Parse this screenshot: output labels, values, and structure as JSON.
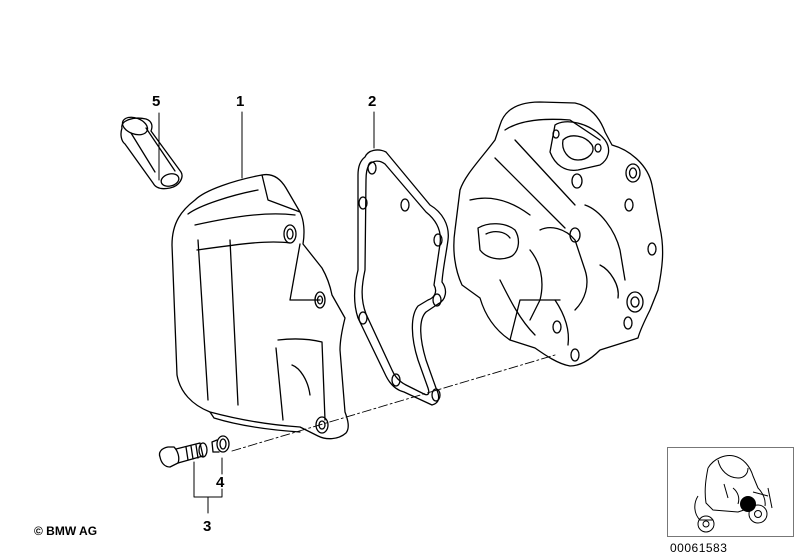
{
  "labels": {
    "part_1": "1",
    "part_2": "2",
    "part_3": "3",
    "part_4": "4",
    "part_5": "5"
  },
  "footer": {
    "copyright": "© BMW AG",
    "diagram_number": "00061583"
  },
  "parts": [
    {
      "name": "cylinder-head-cover",
      "callout": "1"
    },
    {
      "name": "gasket",
      "callout": "2"
    },
    {
      "name": "bolt-kit",
      "callout": "3"
    },
    {
      "name": "sealing-washer",
      "callout": "4"
    },
    {
      "name": "spark-plug-tube",
      "callout": "5"
    }
  ],
  "colors": {
    "line": "#000000",
    "background": "#ffffff",
    "highlight_dot": "#000000"
  }
}
